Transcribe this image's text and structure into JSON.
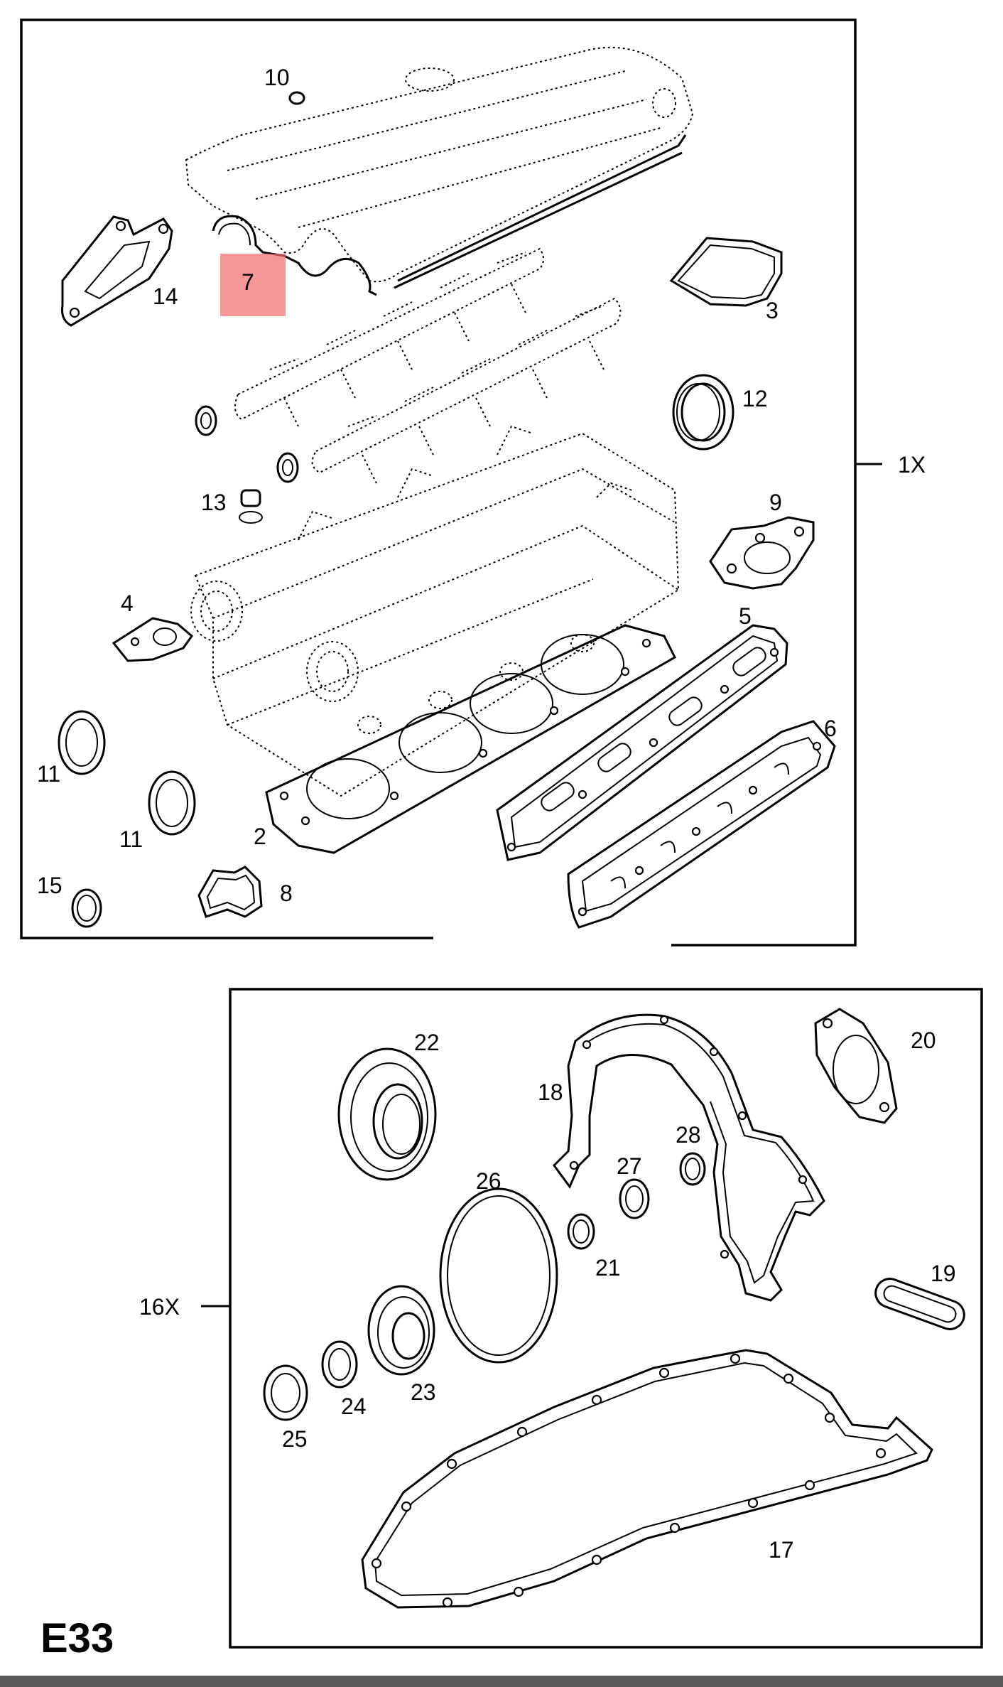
{
  "diagram": {
    "code": "E33",
    "highlight_color": "#f26d6d",
    "upper_kit": {
      "label": "1X",
      "parts": [
        {
          "id": "p10",
          "number": "10"
        },
        {
          "id": "p7",
          "number": "7",
          "highlighted": true
        },
        {
          "id": "p14",
          "number": "14"
        },
        {
          "id": "p3",
          "number": "3"
        },
        {
          "id": "p12",
          "number": "12"
        },
        {
          "id": "p13",
          "number": "13"
        },
        {
          "id": "p9",
          "number": "9"
        },
        {
          "id": "p4",
          "number": "4"
        },
        {
          "id": "p5",
          "number": "5"
        },
        {
          "id": "p6",
          "number": "6"
        },
        {
          "id": "p11a",
          "number": "11"
        },
        {
          "id": "p11b",
          "number": "11"
        },
        {
          "id": "p2",
          "number": "2"
        },
        {
          "id": "p15",
          "number": "15"
        },
        {
          "id": "p8",
          "number": "8"
        }
      ]
    },
    "lower_kit": {
      "label": "16X",
      "parts": [
        {
          "id": "p22",
          "number": "22"
        },
        {
          "id": "p18",
          "number": "18"
        },
        {
          "id": "p20",
          "number": "20"
        },
        {
          "id": "p26",
          "number": "26"
        },
        {
          "id": "p28",
          "number": "28"
        },
        {
          "id": "p27",
          "number": "27"
        },
        {
          "id": "p21",
          "number": "21"
        },
        {
          "id": "p19",
          "number": "19"
        },
        {
          "id": "p23",
          "number": "23"
        },
        {
          "id": "p24",
          "number": "24"
        },
        {
          "id": "p25",
          "number": "25"
        },
        {
          "id": "p17",
          "number": "17"
        }
      ]
    }
  }
}
